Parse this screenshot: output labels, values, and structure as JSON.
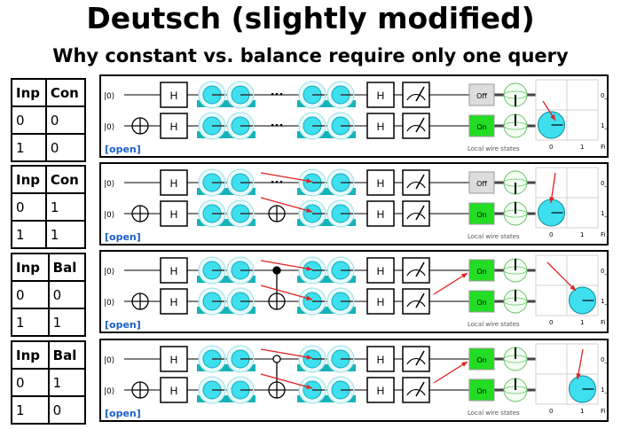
{
  "title": "Deutsch (slightly modified)",
  "subtitle": "Why constant vs. balance require only one query",
  "ket_label": "|0⟩",
  "gate_label": "H",
  "dots": "···",
  "open_label": "[open]",
  "local_label": "Local wire states",
  "prob_labels": [
    "0",
    "1",
    "0_",
    "1_",
    "Fi"
  ],
  "colors": {
    "on": "#22dd22",
    "off": "#dddddd",
    "cyan": "#3ee0f0",
    "teal": "#15b3b8",
    "arrow": "#e02020"
  },
  "panels": [
    {
      "table": {
        "headers": [
          "Inp",
          "Con"
        ],
        "rows": [
          [
            "0",
            "0"
          ],
          [
            "1",
            "0"
          ]
        ]
      },
      "oracle": "dots",
      "wire_states": [
        "Off",
        "On"
      ],
      "amp_cell": "bottom-left",
      "arrows": []
    },
    {
      "table": {
        "headers": [
          "Inp",
          "Con"
        ],
        "rows": [
          [
            "0",
            "1"
          ],
          [
            "1",
            "1"
          ]
        ]
      },
      "oracle": "x",
      "wire_states": [
        "Off",
        "On"
      ],
      "amp_cell": "bottom-left",
      "arrows": [
        "diag"
      ]
    },
    {
      "table": {
        "headers": [
          "Inp",
          "Bal"
        ],
        "rows": [
          [
            "0",
            "0"
          ],
          [
            "1",
            "1"
          ]
        ]
      },
      "oracle": "cnot",
      "wire_states": [
        "On",
        "On"
      ],
      "amp_cell": "bottom-right",
      "arrows": [
        "diag",
        "state"
      ]
    },
    {
      "table": {
        "headers": [
          "Inp",
          "Bal"
        ],
        "rows": [
          [
            "0",
            "1"
          ],
          [
            "1",
            "0"
          ]
        ]
      },
      "oracle": "anticnot",
      "wire_states": [
        "On",
        "On"
      ],
      "amp_cell": "bottom-right",
      "arrows": [
        "diag",
        "state"
      ]
    }
  ]
}
